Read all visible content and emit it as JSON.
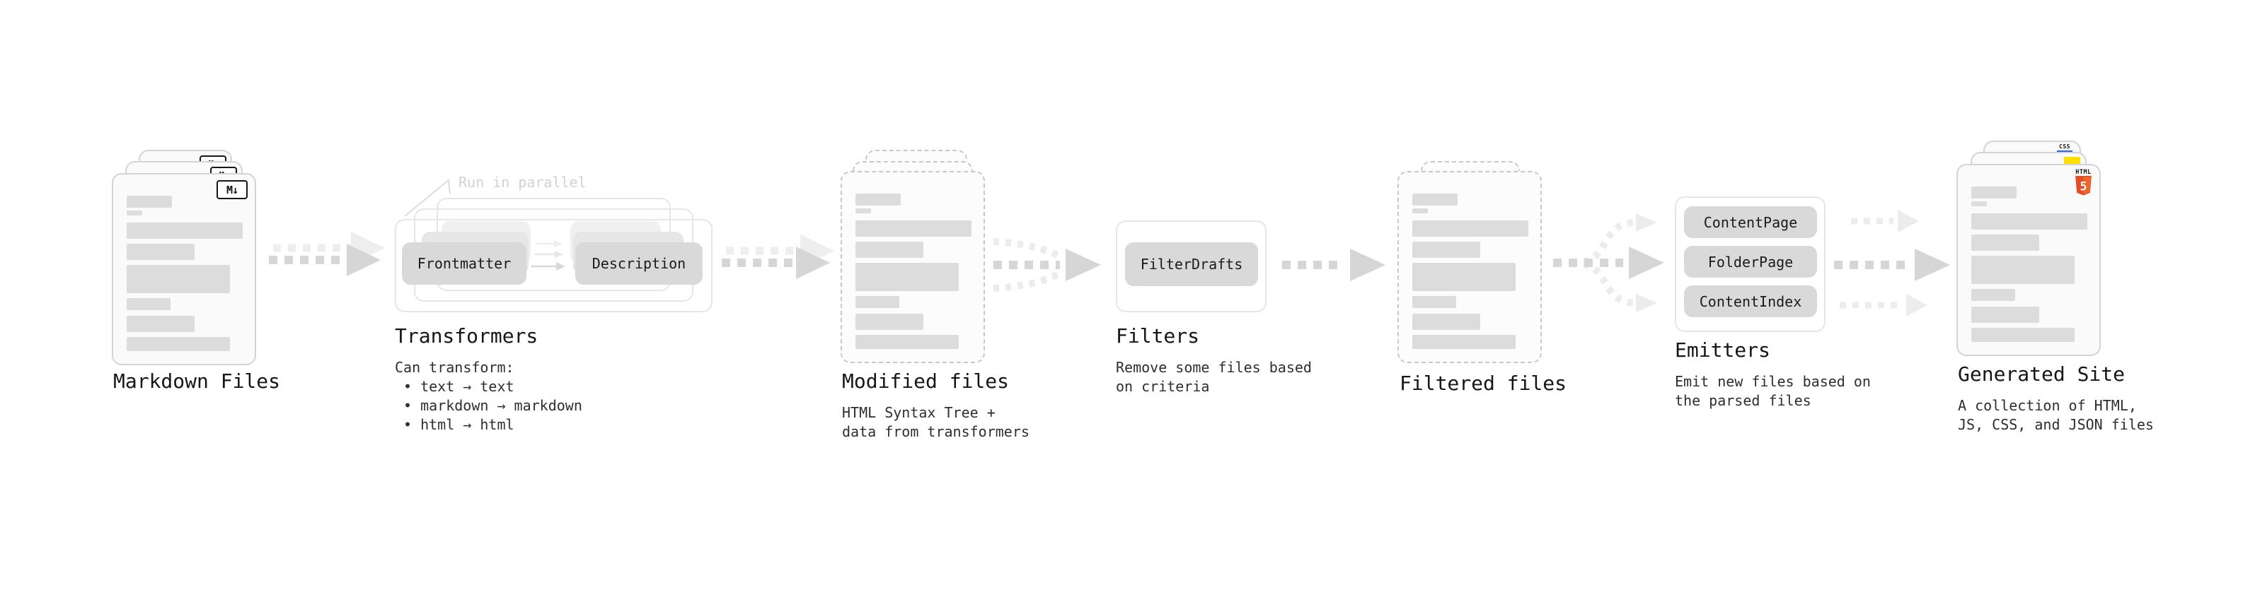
{
  "markdown_files": {
    "label": "Markdown Files",
    "badge": "M↓"
  },
  "transformers": {
    "annotation": "Run in parallel",
    "pill_left": "Frontmatter",
    "pill_right": "Description",
    "label": "Transformers",
    "desc": [
      "Can transform:",
      "• text → text",
      "• markdown → markdown",
      "• html → html"
    ]
  },
  "modified_files": {
    "label": "Modified files",
    "sub": [
      "HTML Syntax Tree +",
      "data from transformers"
    ]
  },
  "filters": {
    "pill": "FilterDrafts",
    "label": "Filters",
    "sub": [
      "Remove some files based",
      "on criteria"
    ]
  },
  "filtered_files": {
    "label": "Filtered files"
  },
  "emitters": {
    "pills": [
      "ContentPage",
      "FolderPage",
      "ContentIndex"
    ],
    "label": "Emitters",
    "sub": [
      "Emit new files based on",
      "the parsed files"
    ]
  },
  "generated_site": {
    "label": "Generated Site",
    "sub": [
      "A collection of HTML,",
      "JS, CSS, and JSON files"
    ],
    "html_label": "HTML",
    "html_number": "5",
    "css_label": "CSS"
  },
  "colors": {
    "html_orange": "#e44d26",
    "html_orange_light": "#f16529",
    "js_yellow": "#ffdf00",
    "css_blue": "#2962ff",
    "pill_gray": "#d9d9d9",
    "arrow_gray": "#d6d6d6"
  }
}
